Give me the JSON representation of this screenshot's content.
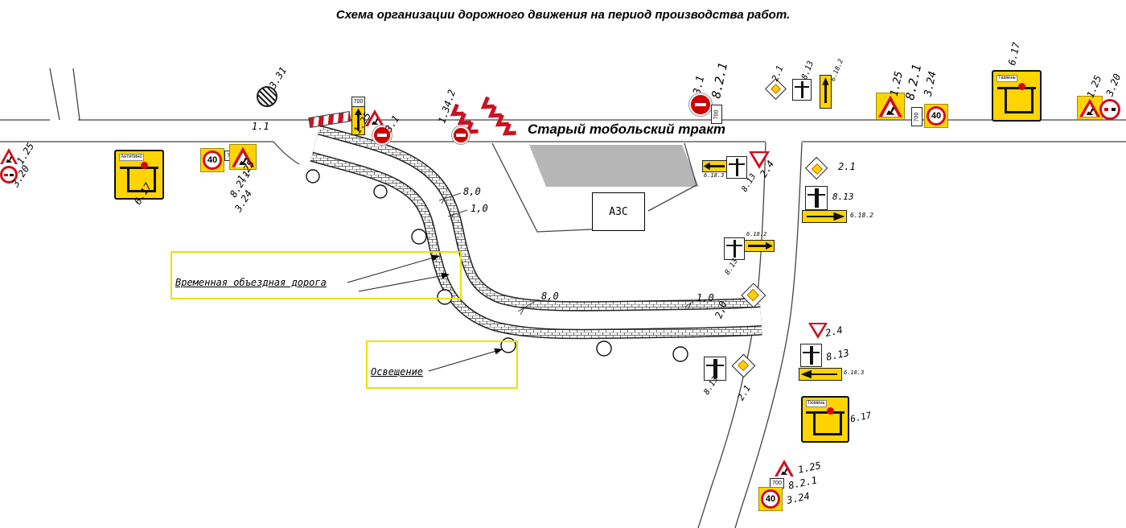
{
  "title": "Схема организации дорожного движения на период производства работ.",
  "road_name": "Старый тобольский тракт",
  "azs_label": "АЗС",
  "callouts": {
    "detour": "Временная объездная дорога",
    "lighting": "Освещение"
  },
  "sign_labels": {
    "s1_1": "1.1",
    "s1_25": "1.25",
    "s1_34_2": "1.34.2",
    "s2_1": "2.1",
    "s2_4": "2.4",
    "s3_1": "3.1",
    "s3_20": "3.20",
    "s3_24": "3.24",
    "s3_31": "3.31",
    "s6_17": "6.17",
    "s6_18_2": "6.18.2",
    "s6_18_3": "6.18.3",
    "s8_2_1": "8.2.1",
    "s8_13": "8.13"
  },
  "sign_values": {
    "speed_limit": "40",
    "distance_plate": "700"
  },
  "sign_texts": {
    "city_left": "Антипино",
    "city_right": "Тюмень"
  },
  "dimensions": {
    "width_8": "8,0",
    "width_1": "1,0",
    "width_2": "2,0"
  },
  "colors": {
    "sign_yellow": "#ffd400",
    "sign_red": "#cf1020",
    "callout_yellow": "#ecdf00",
    "work_zone_gray": "#b6b6b6"
  }
}
